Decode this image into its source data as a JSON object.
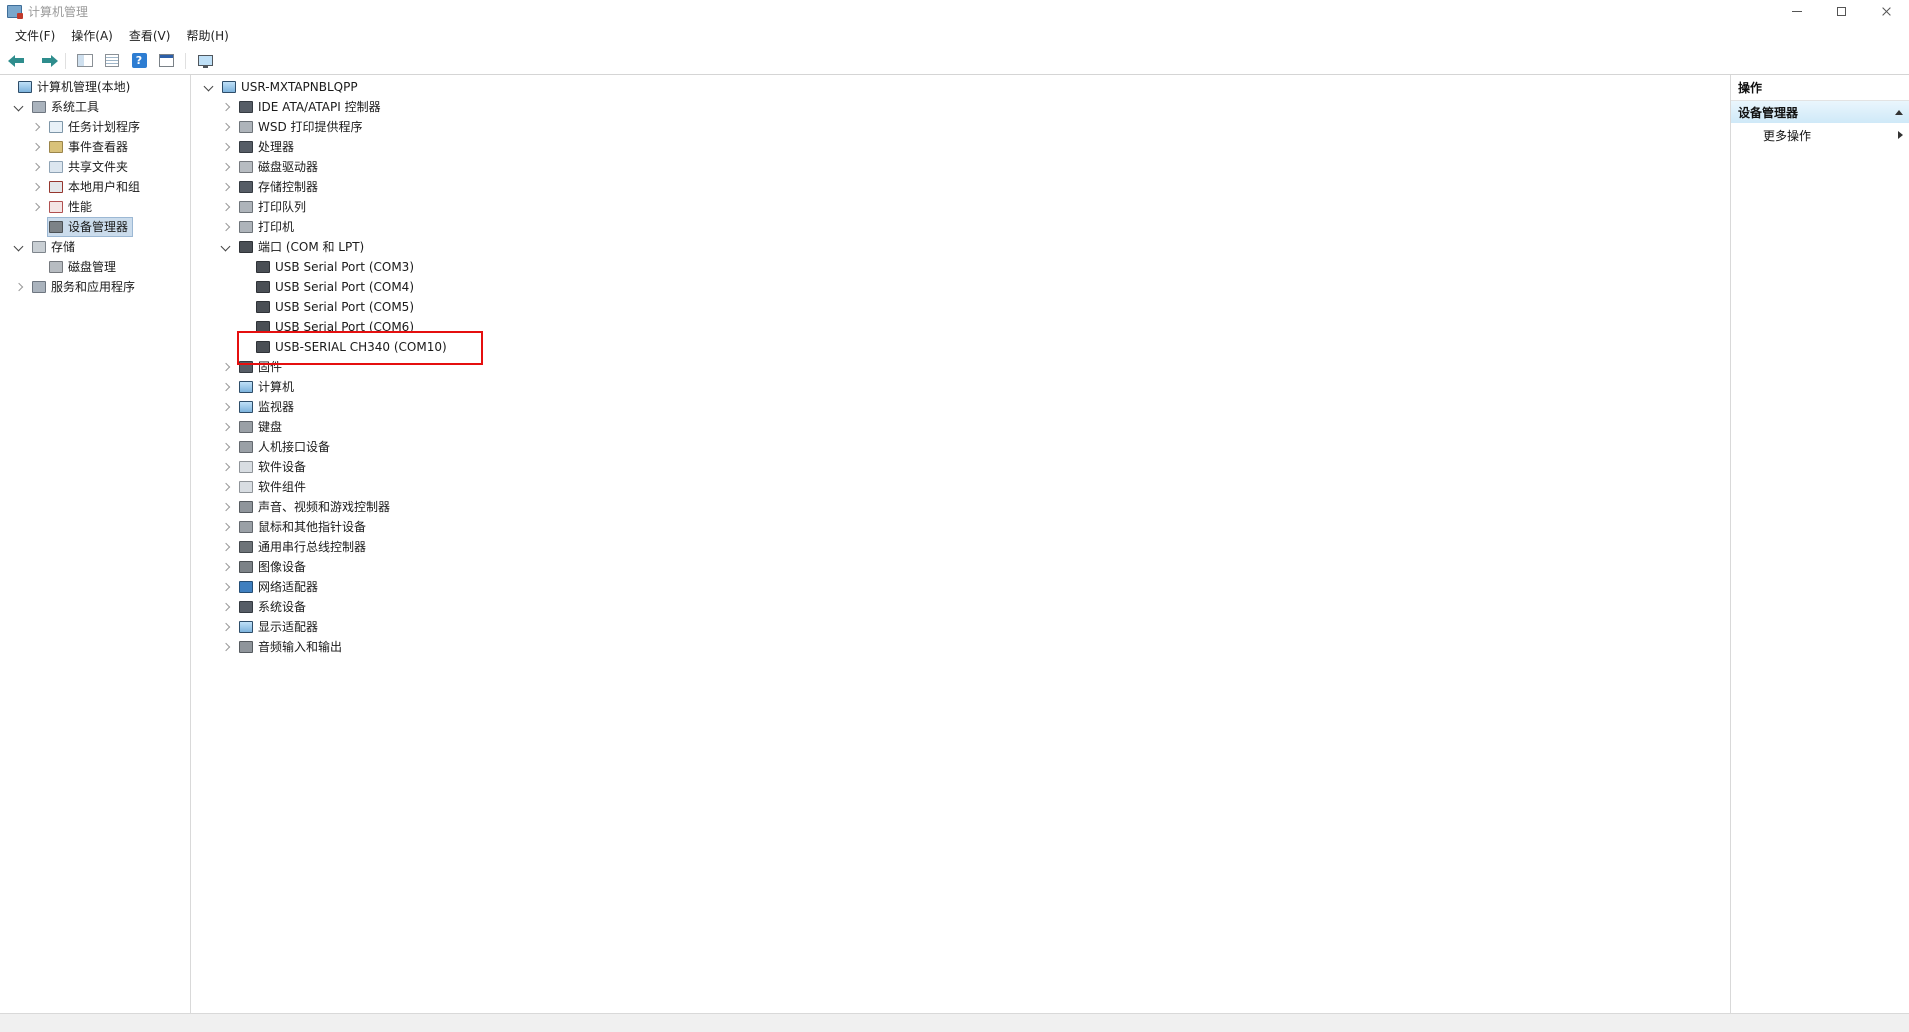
{
  "window": {
    "title": "计算机管理"
  },
  "menubar": {
    "items": [
      {
        "name": "file-menu",
        "label": "文件(F)"
      },
      {
        "name": "action-menu",
        "label": "操作(A)"
      },
      {
        "name": "view-menu",
        "label": "查看(V)"
      },
      {
        "name": "help-menu",
        "label": "帮助(H)"
      }
    ]
  },
  "toolbar": {
    "icons": [
      {
        "name": "back-arrow-icon",
        "type": "back"
      },
      {
        "name": "forward-arrow-icon",
        "type": "forward",
        "sep": true
      },
      {
        "name": "console-tree-toggle-icon",
        "type": "pane"
      },
      {
        "name": "export-list-icon",
        "type": "list"
      },
      {
        "name": "help-icon",
        "type": "help",
        "glyph": "?"
      },
      {
        "name": "properties-window-icon",
        "type": "window",
        "sep": true
      },
      {
        "name": "scan-hardware-changes-icon",
        "type": "monitor"
      }
    ]
  },
  "console_tree": {
    "items": [
      {
        "name": "computer-management-root",
        "label": "计算机管理(本地)",
        "level": 0,
        "chevron": "none",
        "icon": "computer-management"
      },
      {
        "name": "system-tools",
        "label": "系统工具",
        "level": 1,
        "chevron": "expanded",
        "icon": "system-tools"
      },
      {
        "name": "task-scheduler",
        "label": "任务计划程序",
        "level": 2,
        "chevron": "collapsed",
        "icon": "task-scheduler"
      },
      {
        "name": "event-viewer",
        "label": "事件查看器",
        "level": 2,
        "chevron": "collapsed",
        "icon": "event-viewer"
      },
      {
        "name": "shared-folders",
        "label": "共享文件夹",
        "level": 2,
        "chevron": "collapsed",
        "icon": "shared-folders"
      },
      {
        "name": "local-users-groups",
        "label": "本地用户和组",
        "level": 2,
        "chevron": "collapsed",
        "icon": "local-users"
      },
      {
        "name": "performance",
        "label": "性能",
        "level": 2,
        "chevron": "collapsed",
        "icon": "performance"
      },
      {
        "name": "device-manager",
        "label": "设备管理器",
        "level": 2,
        "chevron": "none",
        "icon": "device-manager",
        "selected": true
      },
      {
        "name": "storage",
        "label": "存储",
        "level": 1,
        "chevron": "expanded",
        "icon": "storage"
      },
      {
        "name": "disk-management",
        "label": "磁盘管理",
        "level": 2,
        "chevron": "none",
        "icon": "disk-management"
      },
      {
        "name": "services-applications",
        "label": "服务和应用程序",
        "level": 1,
        "chevron": "collapsed",
        "icon": "services"
      }
    ]
  },
  "device_tree": {
    "items": [
      {
        "name": "computer-root",
        "label": "USR-MXTAPNBLQPP",
        "level": 0,
        "chevron": "expanded",
        "icon": "computer"
      },
      {
        "name": "ide-ata-atapi-controllers",
        "label": "IDE ATA/ATAPI 控制器",
        "level": 1,
        "chevron": "collapsed",
        "icon": "ide-controller"
      },
      {
        "name": "wsd-print-provider",
        "label": "WSD 打印提供程序",
        "level": 1,
        "chevron": "collapsed",
        "icon": "print-provider"
      },
      {
        "name": "processors",
        "label": "处理器",
        "level": 1,
        "chevron": "collapsed",
        "icon": "processor"
      },
      {
        "name": "disk-drives",
        "label": "磁盘驱动器",
        "level": 1,
        "chevron": "collapsed",
        "icon": "disk-drive"
      },
      {
        "name": "storage-controllers",
        "label": "存储控制器",
        "level": 1,
        "chevron": "collapsed",
        "icon": "storage-controller"
      },
      {
        "name": "print-queues",
        "label": "打印队列",
        "level": 1,
        "chevron": "collapsed",
        "icon": "print-queue"
      },
      {
        "name": "printers",
        "label": "打印机",
        "level": 1,
        "chevron": "collapsed",
        "icon": "printer"
      },
      {
        "name": "ports-com-lpt",
        "label": "端口 (COM 和 LPT)",
        "level": 1,
        "chevron": "expanded",
        "icon": "ports"
      },
      {
        "name": "usb-serial-port-com3",
        "label": "USB Serial Port (COM3)",
        "level": 2,
        "chevron": "none",
        "icon": "serial-port"
      },
      {
        "name": "usb-serial-port-com4",
        "label": "USB Serial Port (COM4)",
        "level": 2,
        "chevron": "none",
        "icon": "serial-port"
      },
      {
        "name": "usb-serial-port-com5",
        "label": "USB Serial Port (COM5)",
        "level": 2,
        "chevron": "none",
        "icon": "serial-port"
      },
      {
        "name": "usb-serial-port-com6",
        "label": "USB Serial Port (COM6)",
        "level": 2,
        "chevron": "none",
        "icon": "serial-port"
      },
      {
        "name": "usb-serial-ch340-com10",
        "label": "USB-SERIAL CH340 (COM10)",
        "level": 2,
        "chevron": "none",
        "icon": "serial-port"
      },
      {
        "name": "firmware",
        "label": "固件",
        "level": 1,
        "chevron": "collapsed",
        "icon": "firmware"
      },
      {
        "name": "computers",
        "label": "计算机",
        "level": 1,
        "chevron": "collapsed",
        "icon": "computer-category"
      },
      {
        "name": "monitors",
        "label": "监视器",
        "level": 1,
        "chevron": "collapsed",
        "icon": "monitor"
      },
      {
        "name": "keyboards",
        "label": "键盘",
        "level": 1,
        "chevron": "collapsed",
        "icon": "keyboard"
      },
      {
        "name": "hid-devices",
        "label": "人机接口设备",
        "level": 1,
        "chevron": "collapsed",
        "icon": "hid"
      },
      {
        "name": "software-devices",
        "label": "软件设备",
        "level": 1,
        "chevron": "collapsed",
        "icon": "software-device"
      },
      {
        "name": "software-components",
        "label": "软件组件",
        "level": 1,
        "chevron": "collapsed",
        "icon": "software-component"
      },
      {
        "name": "sound-video-game-controllers",
        "label": "声音、视频和游戏控制器",
        "level": 1,
        "chevron": "collapsed",
        "icon": "sound-controller"
      },
      {
        "name": "mice-pointing-devices",
        "label": "鼠标和其他指针设备",
        "level": 1,
        "chevron": "collapsed",
        "icon": "mouse"
      },
      {
        "name": "usb-controllers",
        "label": "通用串行总线控制器",
        "level": 1,
        "chevron": "collapsed",
        "icon": "usb-controller"
      },
      {
        "name": "imaging-devices",
        "label": "图像设备",
        "level": 1,
        "chevron": "collapsed",
        "icon": "imaging-device"
      },
      {
        "name": "network-adapters",
        "label": "网络适配器",
        "level": 1,
        "chevron": "collapsed",
        "icon": "network-adapter"
      },
      {
        "name": "system-devices",
        "label": "系统设备",
        "level": 1,
        "chevron": "collapsed",
        "icon": "system-device"
      },
      {
        "name": "display-adapters",
        "label": "显示适配器",
        "level": 1,
        "chevron": "collapsed",
        "icon": "display-adapter"
      },
      {
        "name": "audio-inputs-outputs",
        "label": "音频输入和输出",
        "level": 1,
        "chevron": "collapsed",
        "icon": "audio-io"
      }
    ]
  },
  "annotation": {
    "color": "#e50f0f",
    "target_label": "USB-SERIAL CH340 (COM10)"
  },
  "actions_panel": {
    "title": "操作",
    "group_header": {
      "label": "设备管理器"
    },
    "more_actions": {
      "label": "更多操作"
    }
  }
}
